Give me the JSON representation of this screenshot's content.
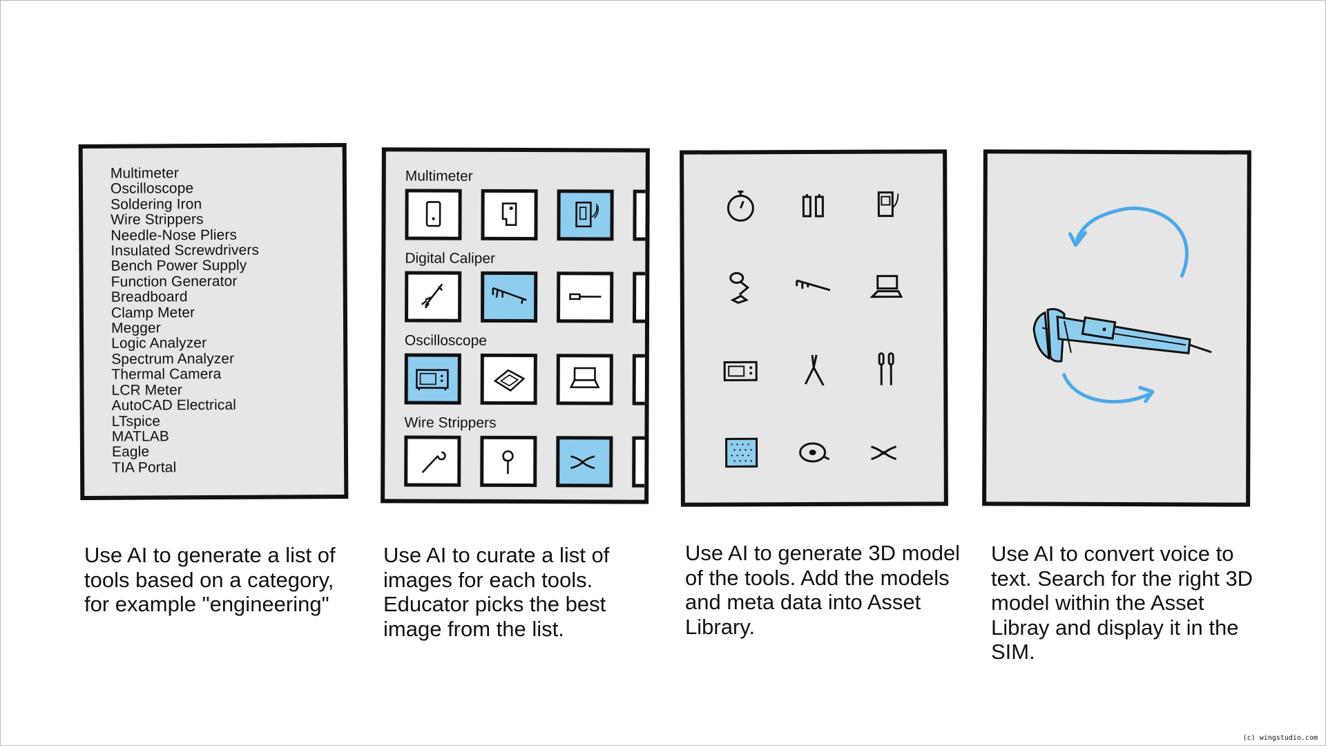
{
  "panel1": {
    "tools": [
      "Multimeter",
      "Oscilloscope",
      "Soldering Iron",
      "Wire Strippers",
      "Needle-Nose Pliers",
      "Insulated Screwdrivers",
      "Bench Power Supply",
      "Function Generator",
      "Breadboard",
      "Clamp Meter",
      "Megger",
      "Logic Analyzer",
      "Spectrum Analyzer",
      "Thermal Camera",
      "LCR Meter",
      "AutoCAD Electrical",
      "LTspice",
      "MATLAB",
      "Eagle",
      "TIA Portal"
    ]
  },
  "panel2": {
    "categories": [
      {
        "label": "Multimeter",
        "thumbs": [
          "multimeter-icon",
          "multimeter-probe-icon",
          "multimeter-selected-icon"
        ],
        "selected": 2
      },
      {
        "label": "Digital Caliper",
        "thumbs": [
          "caliper-icon",
          "caliper-selected-icon",
          "caliper-flat-icon"
        ],
        "selected": 1
      },
      {
        "label": "Oscilloscope",
        "thumbs": [
          "oscilloscope-selected-icon",
          "oscilloscope-handheld-icon",
          "oscilloscope-laptop-icon"
        ],
        "selected": 0
      },
      {
        "label": "Wire Strippers",
        "thumbs": [
          "wire-stripper-icon",
          "wire-stripper-tool-icon",
          "wire-stripper-selected-icon"
        ],
        "selected": 2
      }
    ]
  },
  "panel3": {
    "models": [
      "stopwatch-icon",
      "batteries-icon",
      "multimeter-probe-icon",
      "magnifier-lamp-icon",
      "caliper-icon",
      "laptop-icon",
      "oscilloscope-icon",
      "pliers-icon",
      "screwdrivers-icon",
      "breadboard-icon",
      "tape-measure-icon",
      "wire-stripper-icon"
    ]
  },
  "panel4": {
    "model": "caliper-3d-icon",
    "accent": "#4aa8e8"
  },
  "captions": [
    "Use AI to generate a list of tools based on a category, for example \"engineering\"",
    "Use AI to curate a list of images for each tools. Educator picks the best image from the list.",
    "Use AI to generate 3D model of the tools. Add the models and meta data into Asset Library.",
    "Use AI to convert voice to text. Search for the right 3D model within the Asset Libray and display it in the SIM."
  ],
  "credit": "(c) wingstudio.com",
  "colors": {
    "panel_bg": "#e6e6e6",
    "highlight": "#8fcdef",
    "arrow": "#4aa8e8"
  }
}
